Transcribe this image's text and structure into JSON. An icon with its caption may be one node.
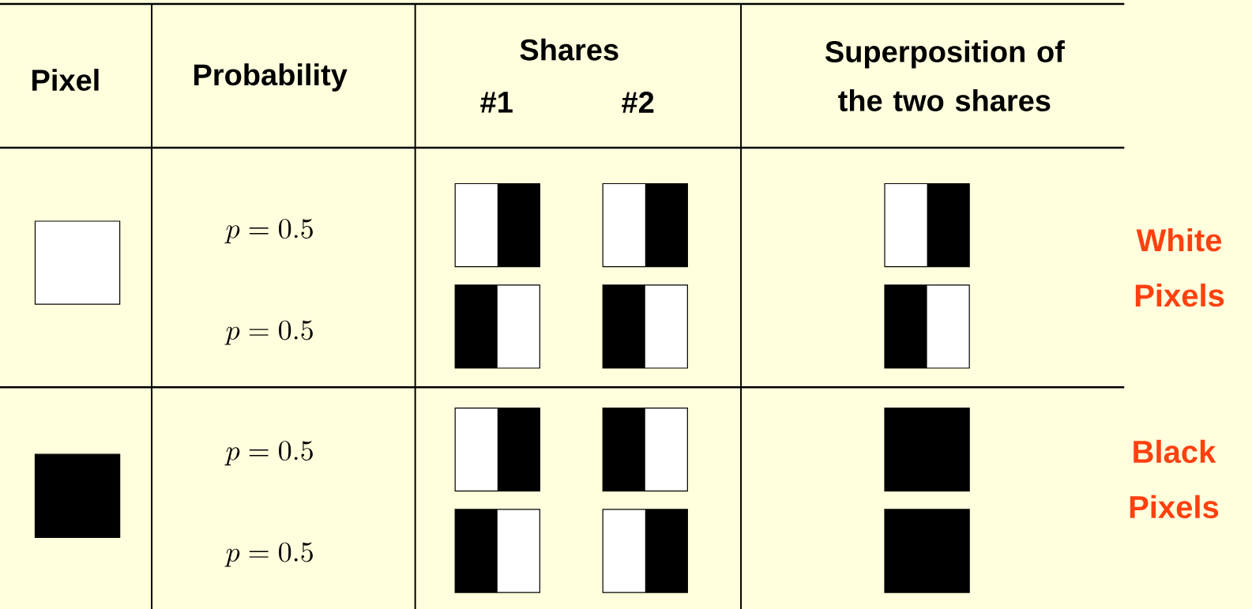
{
  "diagram": {
    "labels": [
      "Pixel",
      "Probability",
      "Shares",
      "#1",
      "#2",
      "Superposition of the two shares",
      "p=0.5",
      "White Pixels",
      "p=0.5",
      "p=0.5",
      "Black Pixels",
      "p=0.5"
    ]
  }
}
